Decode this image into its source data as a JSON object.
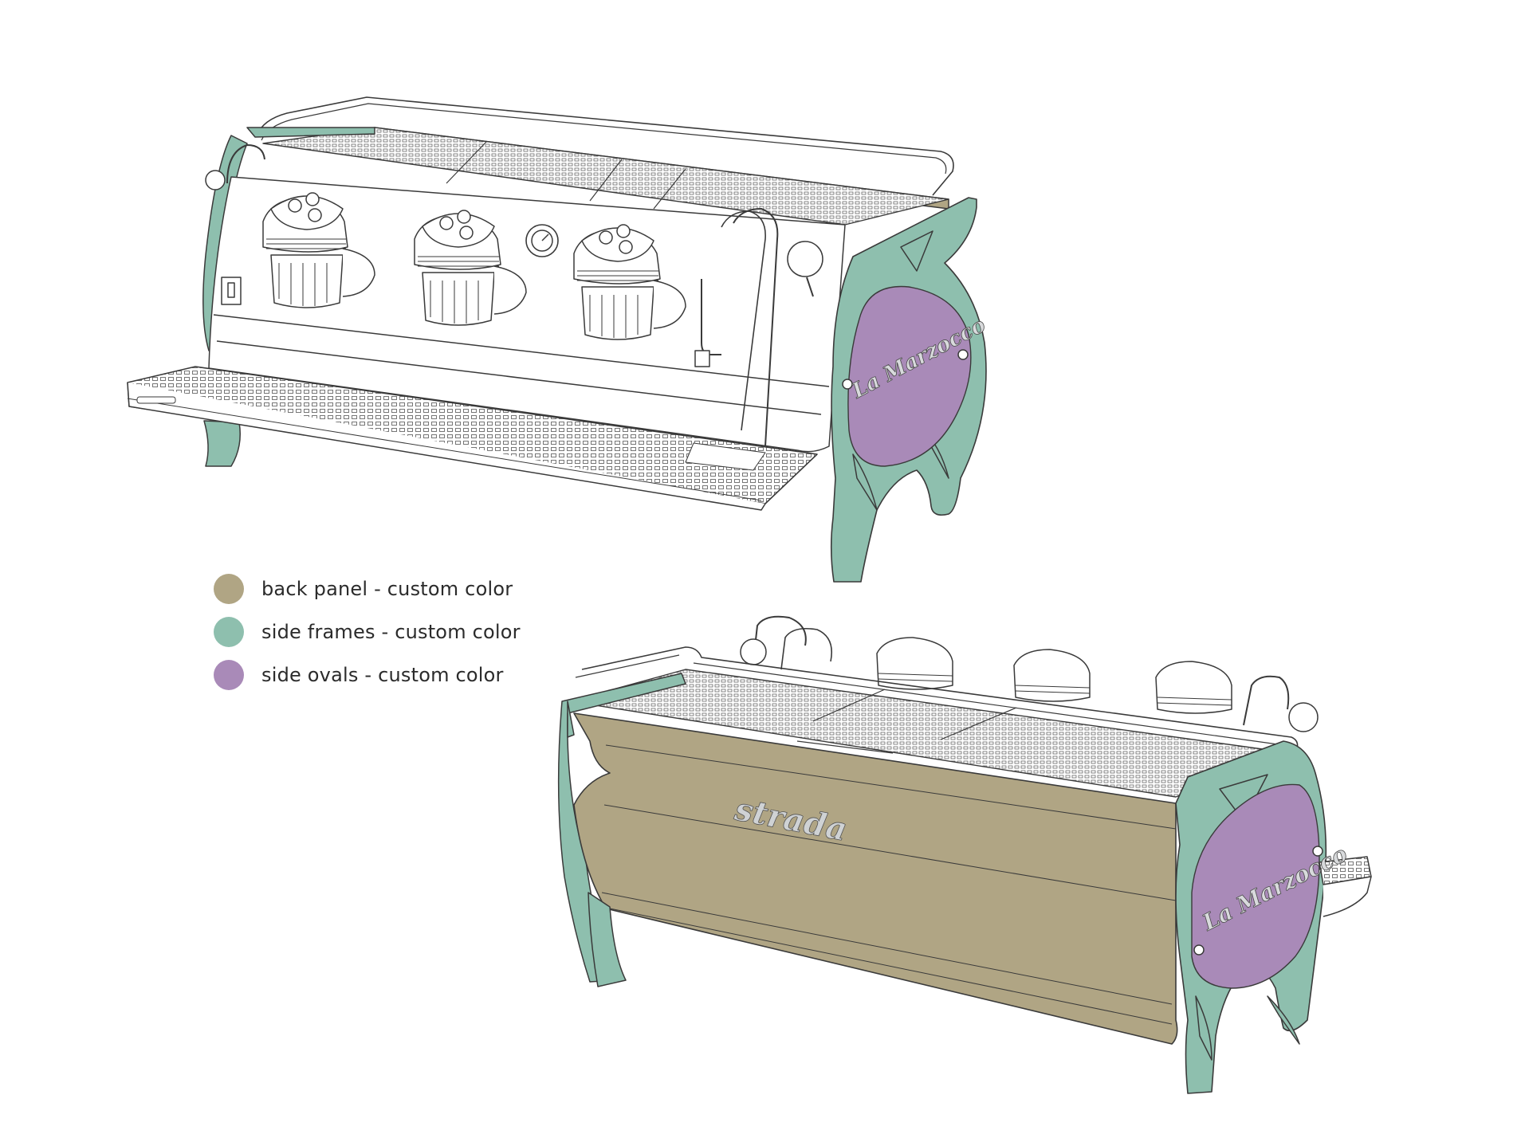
{
  "legend": {
    "items": [
      {
        "label": "back panel - custom color",
        "color": "#b0a584"
      },
      {
        "label": "side frames - custom color",
        "color": "#8ebfae"
      },
      {
        "label": "side ovals - custom color",
        "color": "#a98ab8"
      }
    ]
  },
  "machine": {
    "brand": "La Marzocco",
    "model_script": "strada"
  },
  "colors": {
    "back_panel": "#b0a584",
    "side_frames": "#8ebfae",
    "side_ovals": "#a98ab8",
    "line": "#3a3a3a",
    "metal": "#ffffff"
  }
}
